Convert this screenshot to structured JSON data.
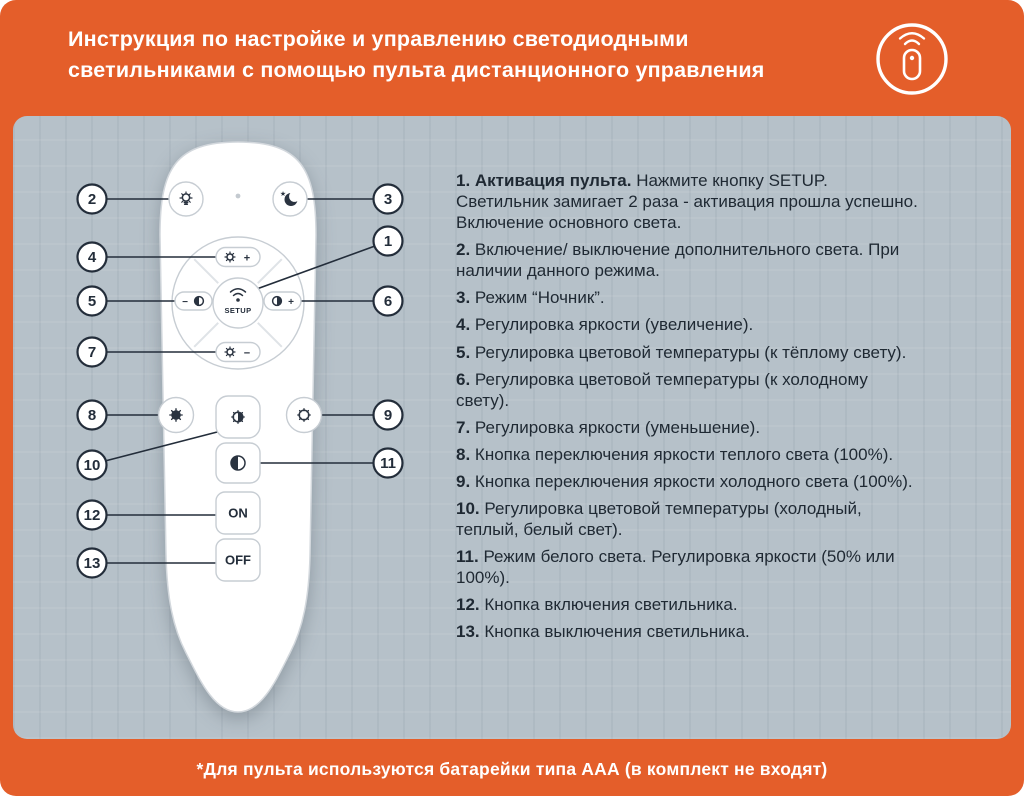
{
  "header": {
    "title_line1": "Инструкция по настройке и управлению светодиодными",
    "title_line2": "светильниками с помощью пульта дистанционного управления"
  },
  "footer": {
    "note": "*Для пульта используются батарейки типа ААА (в комплект не входят)"
  },
  "remote": {
    "setup_label": "SETUP",
    "on_label": "ON",
    "off_label": "OFF",
    "star_glyph": "★",
    "plus_glyph": "+",
    "minus_glyph": "−",
    "callouts": {
      "c1": "1",
      "c2": "2",
      "c3": "3",
      "c4": "4",
      "c5": "5",
      "c6": "6",
      "c7": "7",
      "c8": "8",
      "c9": "9",
      "c10": "10",
      "c11": "11",
      "c12": "12",
      "c13": "13"
    },
    "buttons": [
      {
        "callout": "1",
        "icon": "wifi-setup-button"
      },
      {
        "callout": "2",
        "icon": "bulb-icon"
      },
      {
        "callout": "3",
        "icon": "moon-star-icon"
      },
      {
        "callout": "4",
        "icon": "brightness-plus-icon"
      },
      {
        "callout": "5",
        "icon": "color-temp-warm-icon"
      },
      {
        "callout": "6",
        "icon": "color-temp-cold-icon"
      },
      {
        "callout": "7",
        "icon": "brightness-minus-icon"
      },
      {
        "callout": "8",
        "icon": "warm-light-full-icon"
      },
      {
        "callout": "9",
        "icon": "cold-light-full-icon"
      },
      {
        "callout": "10",
        "icon": "half-sun-icon"
      },
      {
        "callout": "11",
        "icon": "contrast-half-circle-icon"
      },
      {
        "callout": "12",
        "icon": "on-button"
      },
      {
        "callout": "13",
        "icon": "off-button"
      }
    ]
  },
  "instructions": [
    {
      "num": "1. Активация пульта.",
      "text": "Нажмите кнопку SETUP. Светильник замигает 2 раза - активация прошла успешно. Включение основного света."
    },
    {
      "num": "2.",
      "text": "Включение/ выключение дополнительного света. При наличии данного режима."
    },
    {
      "num": "3.",
      "text": "Режим “Ночник”."
    },
    {
      "num": "4.",
      "text": "Регулировка яркости (увеличение)."
    },
    {
      "num": "5.",
      "text": "Регулировка цветовой температуры (к тёплому свету)."
    },
    {
      "num": "6.",
      "text": "Регулировка цветовой температуры (к холодному свету)."
    },
    {
      "num": "7.",
      "text": "Регулировка яркости (уменьшение)."
    },
    {
      "num": "8.",
      "text": "Кнопка переключения яркости теплого света (100%)."
    },
    {
      "num": "9.",
      "text": "Кнопка переключения яркости холодного света (100%)."
    },
    {
      "num": "10.",
      "text": "Регулировка цветовой температуры (холодный, теплый, белый свет)."
    },
    {
      "num": "11.",
      "text": "Режим белого света. Регулировка яркости (50% или 100%)."
    },
    {
      "num": "12.",
      "text": "Кнопка включения светильника."
    },
    {
      "num": "13.",
      "text": "Кнопка выключения светильника."
    }
  ],
  "colors": {
    "orange": "#e45e2a",
    "panel_bg": "#b6c1c9",
    "ink": "#1f2933",
    "white": "#ffffff"
  }
}
